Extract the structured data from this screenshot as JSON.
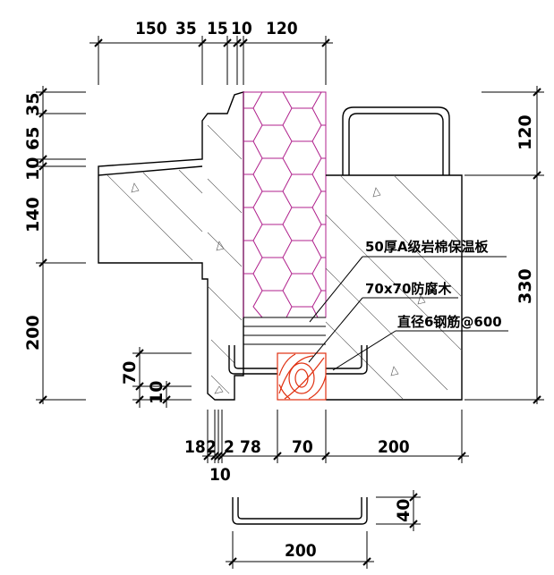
{
  "top_dims": [
    "150",
    "35",
    "15",
    "10",
    "120"
  ],
  "left_dims": [
    "35",
    "65",
    "10",
    "140",
    "200",
    "70",
    "10"
  ],
  "right_dims": [
    "120",
    "330"
  ],
  "bottom_dims": [
    "18",
    "2",
    "2",
    "78",
    "70",
    "200"
  ],
  "bottom_dim_sub": "10",
  "rebar_dims": {
    "width": "200",
    "height": "40"
  },
  "notes": {
    "insulation": "50厚A级岩棉保温板",
    "timber": "70x70防腐木",
    "rebar": "直径6钢筋@600"
  },
  "colors": {
    "insulation": "#b0208c",
    "timber": "#e03010",
    "line": "#000000"
  }
}
